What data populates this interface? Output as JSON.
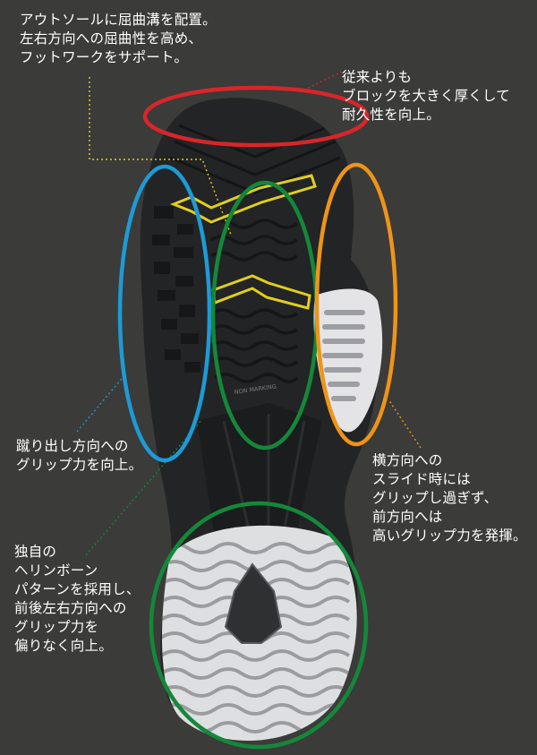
{
  "colors": {
    "background": "#3b3b39",
    "red": "#d7262a",
    "blue": "#1e9ad6",
    "orange": "#ee9418",
    "green": "#14883a",
    "yellow_accent": "#e1cf1c"
  },
  "sole_marking": "NON MARKING",
  "annotations": {
    "flex_groove": [
      "アウトソールに屈曲溝を配置。",
      "左右方向への屈曲性を高め、",
      "フットワークをサポート。"
    ],
    "toe_block": [
      "従来よりも",
      "ブロックを大きく厚くして",
      "耐久性を向上。"
    ],
    "kick_off": [
      "蹴り出し方向への",
      "グリップ力を向上。"
    ],
    "lateral_slide": [
      "横方向への",
      "スライド時には",
      "グリップし過ぎず、",
      "前方向へは",
      "高いグリップ力を発揮。"
    ],
    "herringbone": [
      "独自の",
      "ヘリンボーン",
      "パターンを採用し、",
      "前後左右方向への",
      "グリップ力を",
      "偏りなく向上。"
    ]
  }
}
